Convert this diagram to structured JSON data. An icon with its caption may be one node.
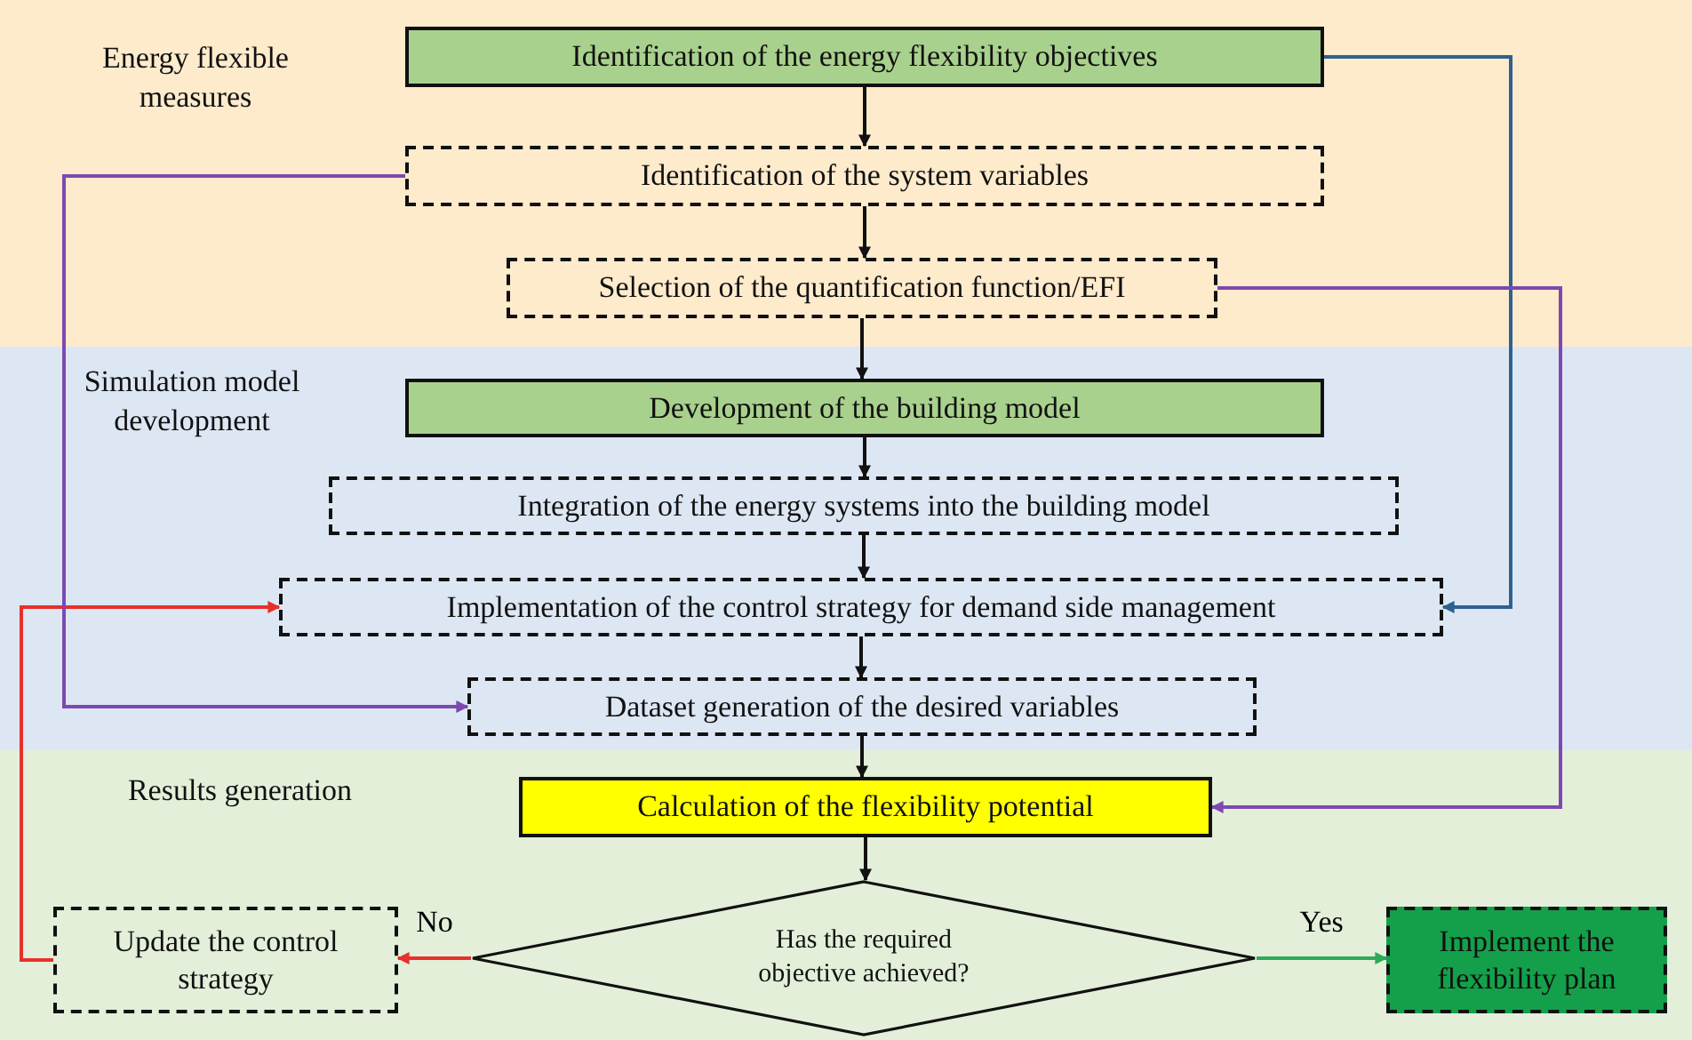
{
  "diagram": {
    "nodes": [
      {
        "text": [
          "Energy flexible measures"
        ]
      },
      {
        "text": [
          "Identification of the energy flexibility objectives"
        ],
        "in": 0
      },
      {
        "text": [
          "Identification of the system variables"
        ],
        "in": 0
      },
      {
        "text": [
          "Selection of the quantification function/EFI"
        ],
        "in": 0
      },
      {
        "text": [
          "Simulation model development"
        ]
      },
      {
        "text": [
          "Development of the building model"
        ],
        "in": 4
      },
      {
        "text": [
          "Integration of the energy systems into the building model"
        ],
        "in": 4
      },
      {
        "text": [
          "Implementation of the control strategy for demand side management"
        ],
        "in": 4
      },
      {
        "text": [
          "Dataset generation of the desired variables"
        ],
        "in": 4
      },
      {
        "text": [
          "Results generation"
        ]
      },
      {
        "text": [
          "Calculation of the flexibility potential"
        ],
        "in": 9
      },
      {
        "text": [
          "Has the required objective achieved?"
        ],
        "in": 9
      },
      {
        "text": [
          "Update the control strategy"
        ],
        "in": 9
      },
      {
        "text": [
          "Implement the flexibility plan"
        ],
        "in": 9
      }
    ],
    "edges": [
      {
        "from": 1,
        "to": 2,
        "arrow": "to"
      },
      {
        "from": 2,
        "to": 3,
        "arrow": "to"
      },
      {
        "from": 3,
        "to": 5,
        "arrow": "to"
      },
      {
        "from": 5,
        "to": 6,
        "arrow": "to"
      },
      {
        "from": 6,
        "to": 7,
        "arrow": "to"
      },
      {
        "from": 7,
        "to": 8,
        "arrow": "to"
      },
      {
        "from": 8,
        "to": 10,
        "arrow": "to"
      },
      {
        "from": 10,
        "to": 11,
        "arrow": "to"
      },
      {
        "from": 11,
        "to": 12,
        "arrow": "to",
        "label": "No",
        "color": "#e8302a"
      },
      {
        "from": 11,
        "to": 13,
        "arrow": "to",
        "label": "Yes",
        "color": "#2eaa5c"
      },
      {
        "from": 12,
        "to": 7,
        "arrow": "to",
        "color": "#e8302a"
      },
      {
        "from": 1,
        "to": 7,
        "arrow": "to",
        "color": "#2f6190"
      },
      {
        "from": 2,
        "to": 8,
        "arrow": "to",
        "color": "#7e48b0"
      },
      {
        "from": 3,
        "to": 10,
        "arrow": "to",
        "color": "#7e48b0"
      }
    ]
  }
}
